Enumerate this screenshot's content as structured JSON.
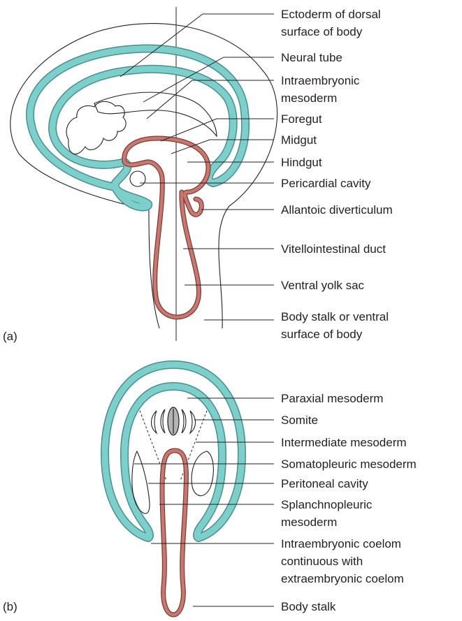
{
  "panel_a": {
    "tag": "(a)",
    "labels": [
      "Ectoderm of dorsal",
      "surface of body",
      "Neural tube",
      "Intraembryonic",
      "mesoderm",
      "Foregut",
      "Midgut",
      "Hindgut",
      "Pericardial cavity",
      "Allantoic diverticulum",
      "Vitellointestinal duct",
      "Ventral yolk sac",
      "Body stalk or ventral",
      "surface of body"
    ]
  },
  "panel_b": {
    "tag": "(b)",
    "labels": [
      "Paraxial mesoderm",
      "Somite",
      "Intermediate mesoderm",
      "Somatopleuric mesoderm",
      "Peritoneal cavity",
      "Splanchnopleuric",
      "mesoderm",
      "Intraembryonic coelom",
      "continuous with",
      "extraembryonic coelom",
      "Body stalk"
    ]
  },
  "colors": {
    "ectoderm_teal": "#7ccfca",
    "ectoderm_outline": "#4a8f8c",
    "gut_red": "#c9786f",
    "gut_outline": "#7a3b36",
    "line": "#231f20"
  }
}
